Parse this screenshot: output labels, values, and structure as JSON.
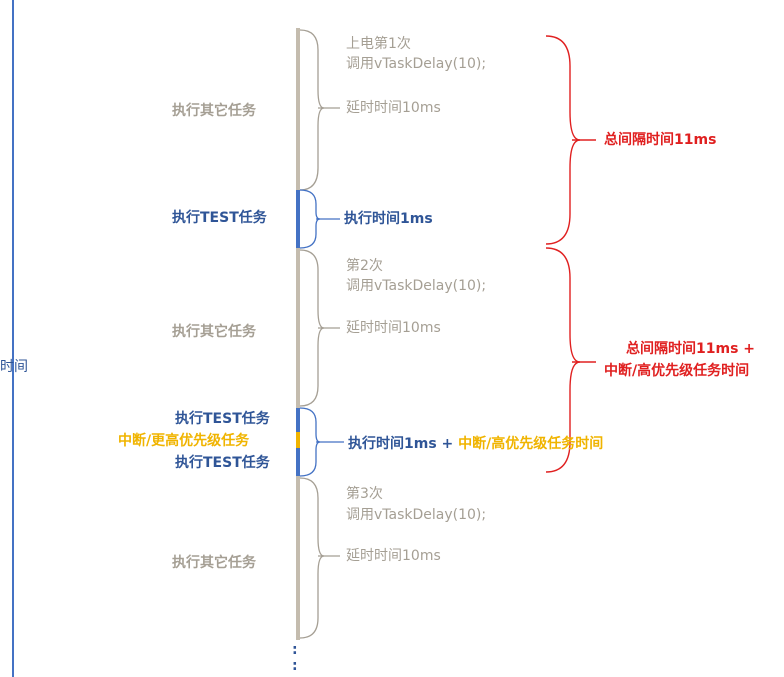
{
  "axis": {
    "label": "时间"
  },
  "task_labels": {
    "other1": "执行其它任务",
    "test1": "执行TEST任务",
    "other2": "执行其它任务",
    "test2a": "执行TEST任务",
    "interrupt": "中断/更高优先级任务",
    "test2b": "执行TEST任务",
    "other3": "执行其它任务"
  },
  "annotations": {
    "power_on": "上电第1次",
    "call1": "调用vTaskDelay(10);",
    "delay1": "延时时间10ms",
    "exec1": "执行时间1ms",
    "second": "第2次",
    "call2": "调用vTaskDelay(10);",
    "delay2": "延时时间10ms",
    "exec2_prefix": "执行时间1ms + ",
    "exec2_suffix": "中断/高优先级任务时间",
    "third": "第3次",
    "call3": "调用vTaskDelay(10);",
    "delay3": "延时时间10ms"
  },
  "totals": {
    "total1": "总间隔时间11ms",
    "total2_line1": "总间隔时间11ms +",
    "total2_line2": "中断/高优先级任务时间"
  },
  "ellipsis": ":",
  "colors": {
    "gray": "#a59f94",
    "blue": "#2f5597",
    "red": "#e02020",
    "yellow": "#f0b400",
    "timeline": "#c4bcae",
    "axis": "#4472c4"
  }
}
